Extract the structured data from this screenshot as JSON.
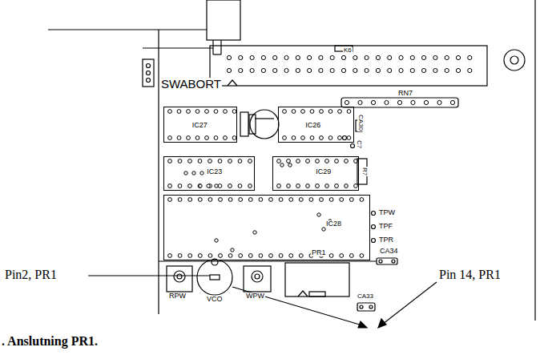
{
  "diagram": {
    "nodes": [
      {
        "text": [
          "IC27"
        ]
      },
      {
        "text": [
          "IC26"
        ]
      },
      {
        "text": [
          "IC23"
        ]
      },
      {
        "text": [
          "IC29"
        ]
      },
      {
        "text": [
          "IC28"
        ]
      }
    ],
    "labels": [
      "K6",
      "SWABORT",
      "RN7",
      "CA30",
      "C7",
      "R7",
      "TPW",
      "TPF",
      "TPR",
      "CA34",
      "RPW",
      "VCO",
      "WPW",
      "PR1",
      "CA33",
      "Pin2, PR1",
      "Pin 14, PR1",
      ". Anslutning PR1."
    ]
  }
}
